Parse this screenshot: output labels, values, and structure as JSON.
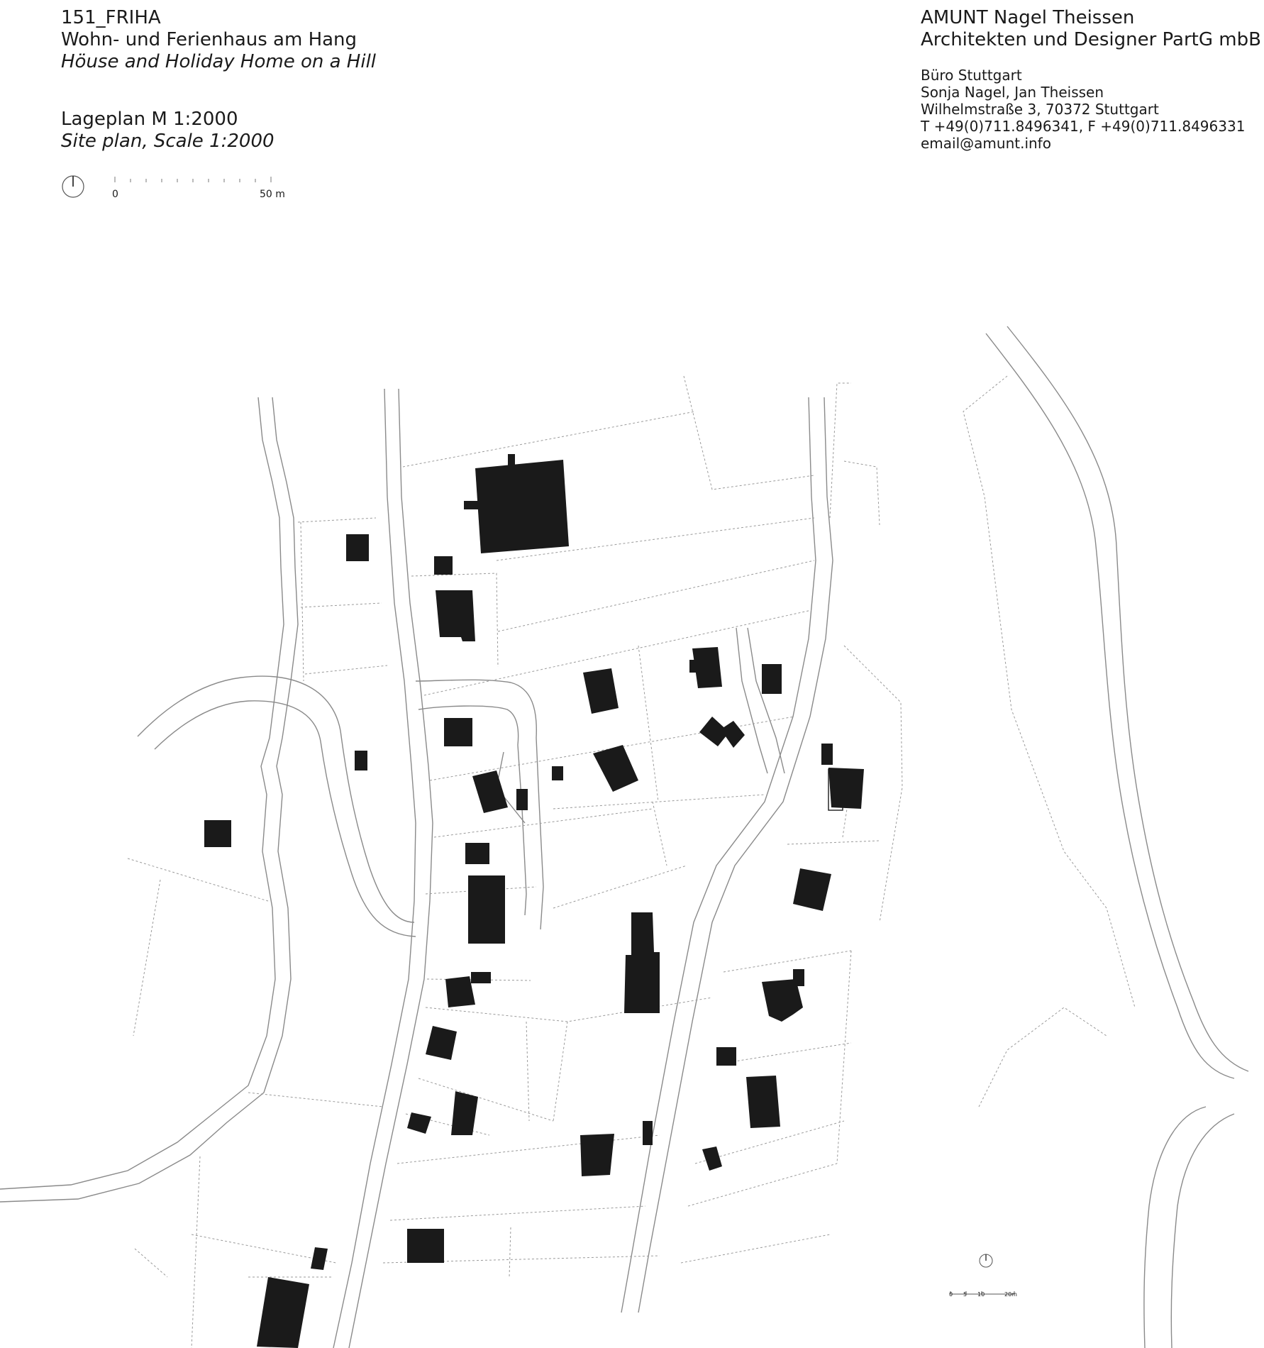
{
  "project": {
    "code": "151_FRIHA",
    "title_de": "Wohn- und Ferienhaus am Hang",
    "title_en": "Höuse and Holiday Home on a Hill",
    "plan_de": "Lageplan M 1:2000",
    "plan_en": "Site plan, Scale 1:2000"
  },
  "office": {
    "name_line1": "AMUNT Nagel Theissen",
    "name_line2": "Architekten und Designer PartG mbB",
    "branch": "Büro Stuttgart",
    "partners": "Sonja Nagel, Jan Theissen",
    "address": "Wilhelmstraße 3, 70372 Stuttgart",
    "phone_fax": "T +49(0)711.8496341, F +49(0)711.8496331",
    "email": "email@amunt.info"
  },
  "scale_top": {
    "start_label": "0",
    "end_label": "50 m"
  },
  "scale_bottom": {
    "labels": [
      "0",
      "5",
      "10",
      "20m"
    ]
  },
  "icons": {
    "north_arrow": "north-arrow-icon"
  },
  "colors": {
    "building_fill": "#1a1a1a",
    "road_line": "#8a8a8a",
    "parcel_line": "#9a9a9a"
  }
}
